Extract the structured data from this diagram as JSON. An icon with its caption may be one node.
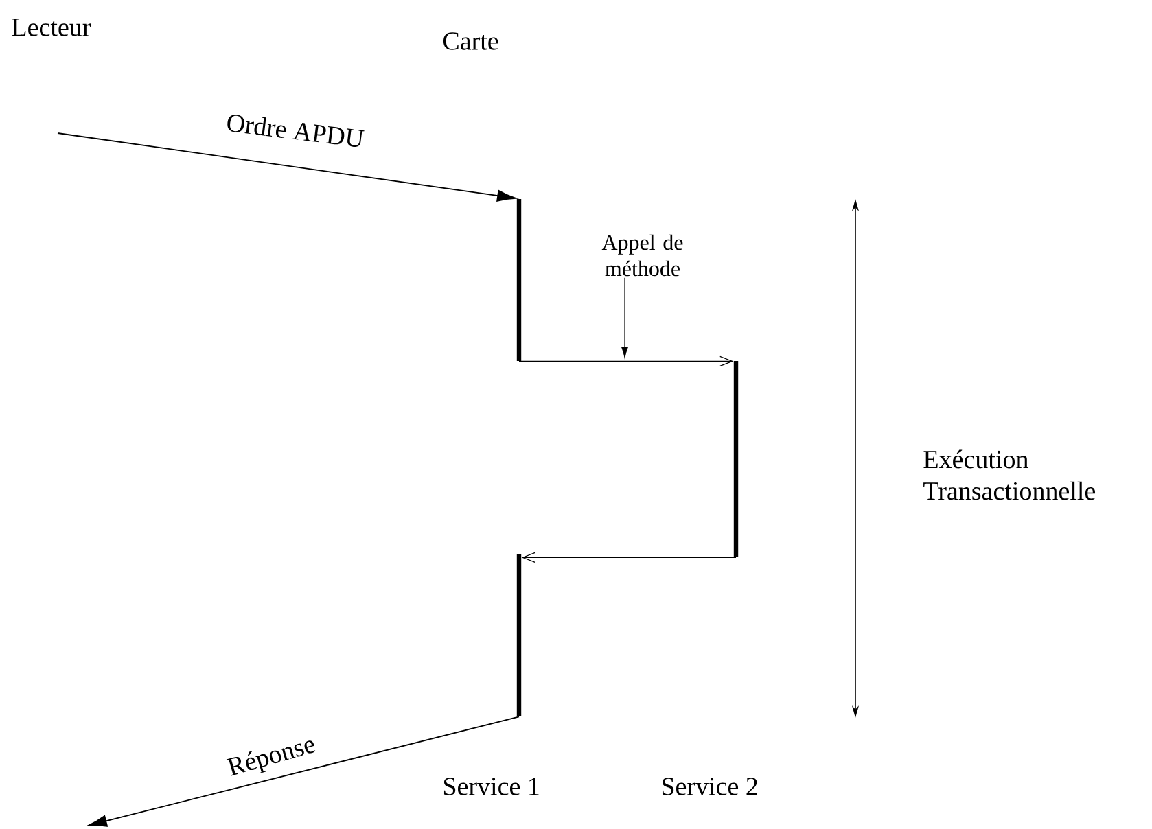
{
  "diagram": {
    "nodes": [
      {
        "text": [],
        "shape": "bar"
      },
      {
        "text": [],
        "shape": "bar"
      },
      {
        "text": [],
        "shape": "bar"
      }
    ],
    "edges": [
      {
        "from": null,
        "to": 0,
        "arrow": "to",
        "label": "Ordre APDU"
      },
      {
        "from": 0,
        "to": 1,
        "arrow": "to",
        "label": "Appel de méthode"
      },
      {
        "from": 1,
        "to": 2,
        "arrow": "to"
      },
      {
        "from": 2,
        "to": null,
        "arrow": "to",
        "label": "Réponse"
      }
    ],
    "labels": [
      "Lecteur",
      "Carte",
      "Exécution Transactionnelle",
      "Service 1",
      "Service 2"
    ]
  }
}
